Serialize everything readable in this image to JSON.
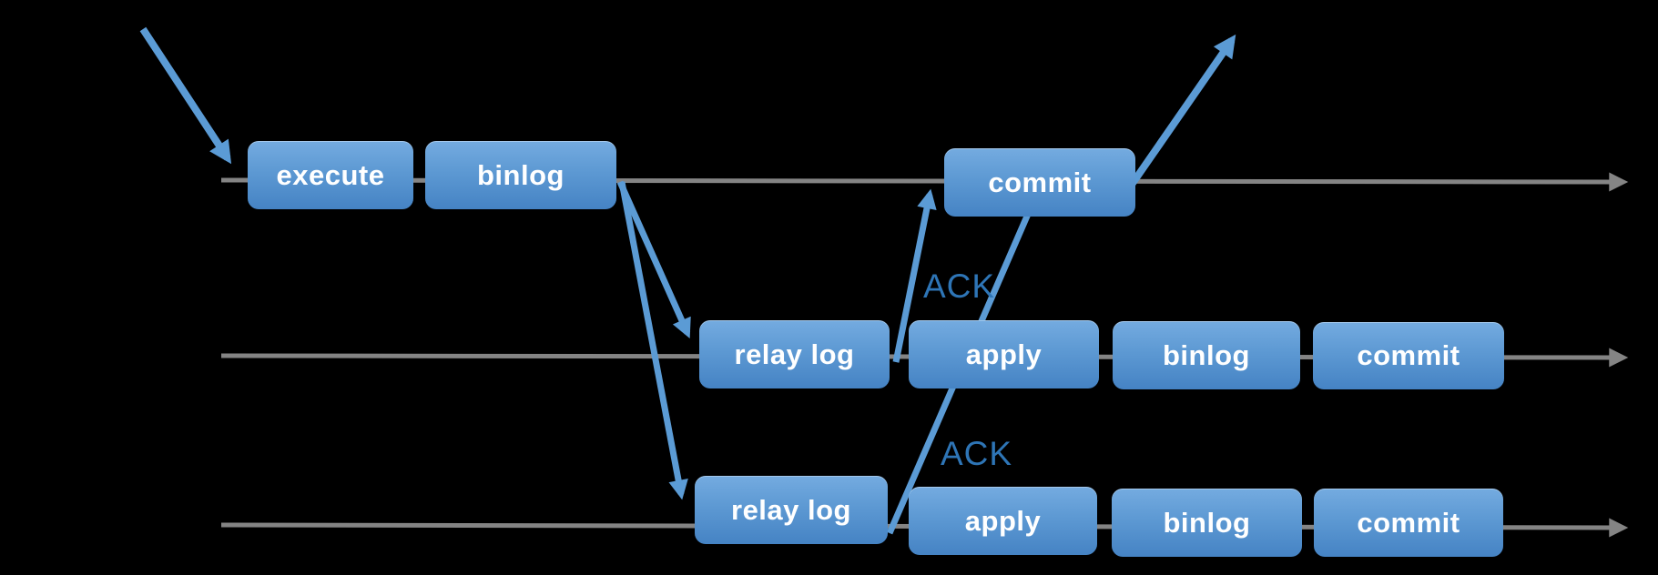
{
  "diagram": {
    "background_color": "#000000",
    "colors": {
      "box_gradient_top": "#74abe0",
      "box_gradient_bottom": "#4583c4",
      "box_label": "#ffffff",
      "arrow_blue": "#5b9bd5",
      "timeline_gray": "#848484",
      "ack_text": "#2e75b6"
    },
    "lanes": [
      {
        "steps": [
          "execute",
          "binlog",
          "commit"
        ]
      },
      {
        "steps": [
          "relay log",
          "apply",
          "binlog",
          "commit"
        ]
      },
      {
        "steps": [
          "relay log",
          "apply",
          "binlog",
          "commit"
        ]
      }
    ],
    "ack_labels": [
      {
        "text": "ACK"
      },
      {
        "text": "ACK"
      }
    ]
  }
}
